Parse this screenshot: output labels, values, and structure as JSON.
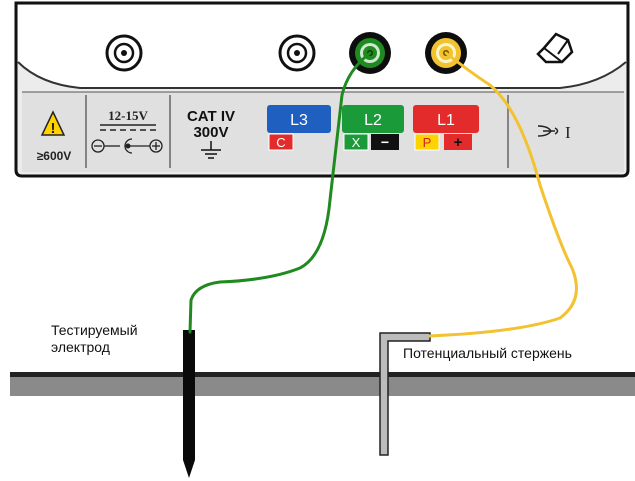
{
  "panel": {
    "warning_voltage": "≥600V",
    "dc_range": "12-15V",
    "cat_rating": "CAT IV",
    "cat_voltage": "300V",
    "terminals": [
      {
        "name": "L3",
        "sub": [
          "C"
        ],
        "color": "#1f5fbf"
      },
      {
        "name": "L2",
        "sub": [
          "X",
          "−"
        ],
        "color": "#1b9a3a"
      },
      {
        "name": "L1",
        "sub": [
          "P",
          "+"
        ],
        "color": "#e32b2b"
      }
    ],
    "right_symbol": "I"
  },
  "labels": {
    "test_electrode": "Тестируемый электрод",
    "test_electrode_line1": "Тестируемый",
    "test_electrode_line2": "электрод",
    "potential_rod": "Потенциальный стержень"
  },
  "colors": {
    "green_lead": "#1f8a1f",
    "yellow_lead": "#f2c230",
    "panel_fill": "#e4e4e4",
    "ground": "#8a8a8a"
  }
}
